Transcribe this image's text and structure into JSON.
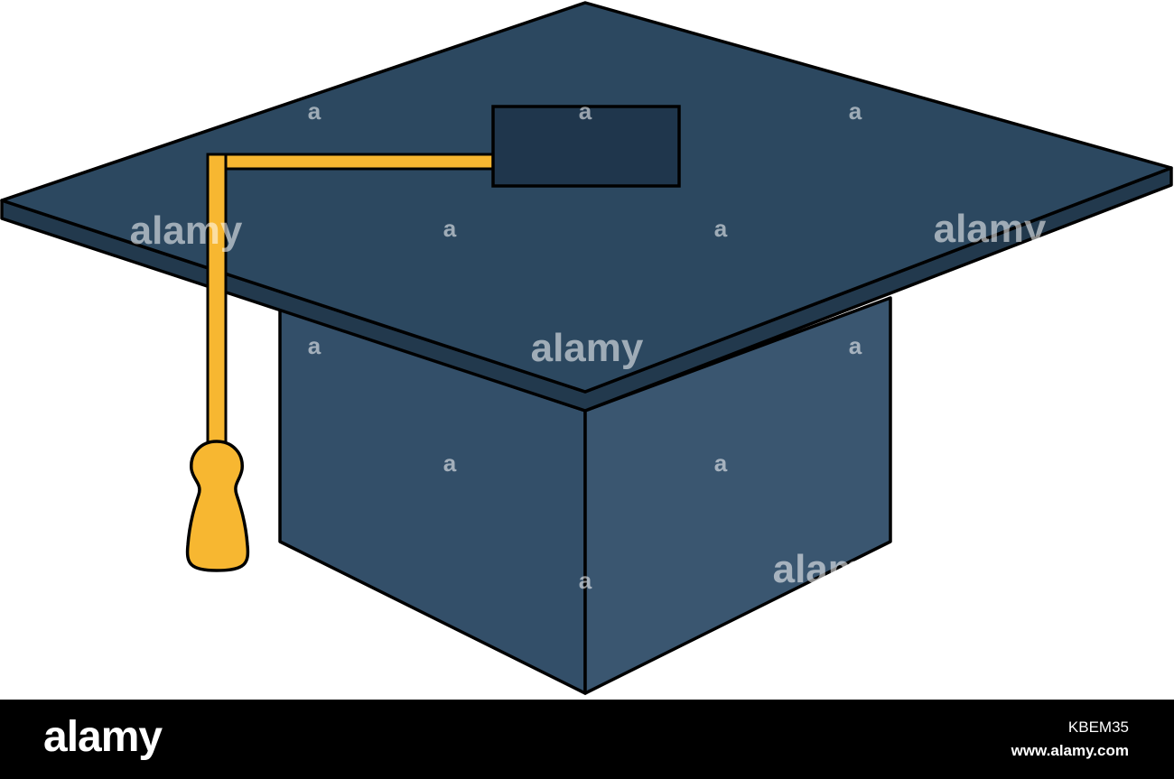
{
  "illustration": {
    "subject": "graduation-cap-icon",
    "colors": {
      "board_top": "#2c4860",
      "board_edge": "#22394d",
      "button": "#1f364c",
      "base_left": "#334f69",
      "base_right": "#3a5670",
      "tassel": "#f7b731",
      "outline": "#000000"
    }
  },
  "watermark": {
    "word": "alamy",
    "letter": "a"
  },
  "footer": {
    "logo": "alamy",
    "image_id": "KBEM35",
    "url": "www.alamy.com"
  }
}
